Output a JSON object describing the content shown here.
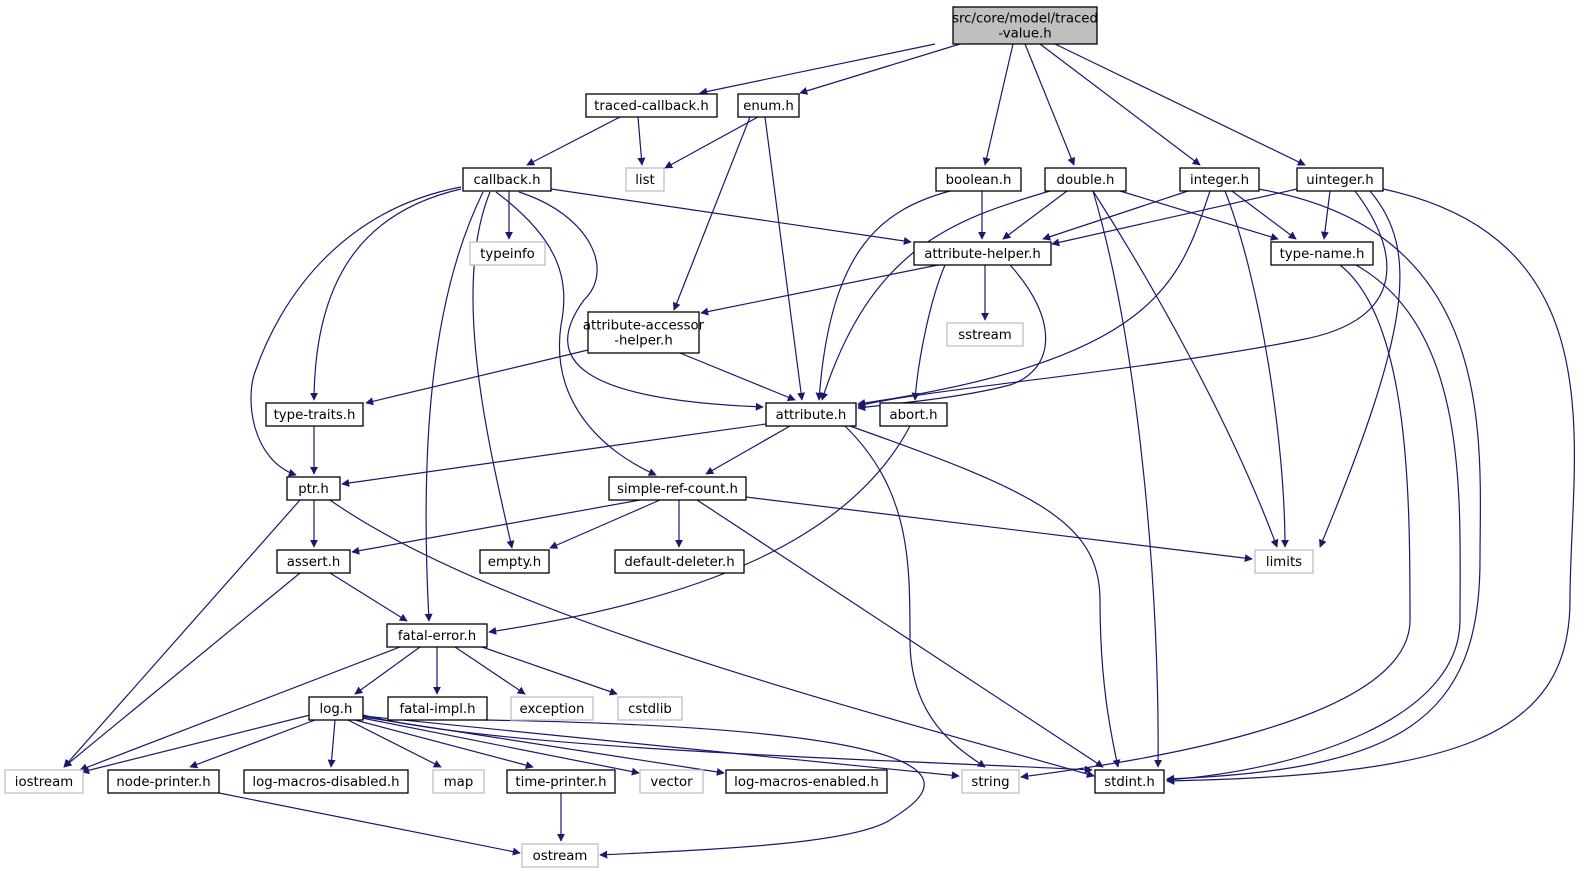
{
  "colors": {
    "edge": "#191970",
    "root_fill": "#bfbfbf",
    "local_border": "#000000",
    "system_border": "#bfbfbf"
  },
  "nodes": {
    "root": [
      "src/core/model/traced",
      "-value.h"
    ],
    "traced_callback": "traced-callback.h",
    "enum": "enum.h",
    "list": "list",
    "callback": "callback.h",
    "boolean": "boolean.h",
    "double": "double.h",
    "integer": "integer.h",
    "uinteger": "uinteger.h",
    "typeinfo": "typeinfo",
    "attribute_helper": "attribute-helper.h",
    "type_name": "type-name.h",
    "attribute_accessor_helper": [
      "attribute-accessor",
      "-helper.h"
    ],
    "sstream": "sstream",
    "type_traits": "type-traits.h",
    "attribute": "attribute.h",
    "abort": "abort.h",
    "ptr": "ptr.h",
    "simple_ref_count": "simple-ref-count.h",
    "assert": "assert.h",
    "empty": "empty.h",
    "default_deleter": "default-deleter.h",
    "limits": "limits",
    "fatal_error": "fatal-error.h",
    "log": "log.h",
    "fatal_impl": "fatal-impl.h",
    "exception": "exception",
    "cstdlib": "cstdlib",
    "iostream": "iostream",
    "node_printer": "node-printer.h",
    "log_macros_disabled": "log-macros-disabled.h",
    "map": "map",
    "time_printer": "time-printer.h",
    "vector": "vector",
    "log_macros_enabled": "log-macros-enabled.h",
    "string": "string",
    "stdint": "stdint.h",
    "ostream": "ostream"
  }
}
